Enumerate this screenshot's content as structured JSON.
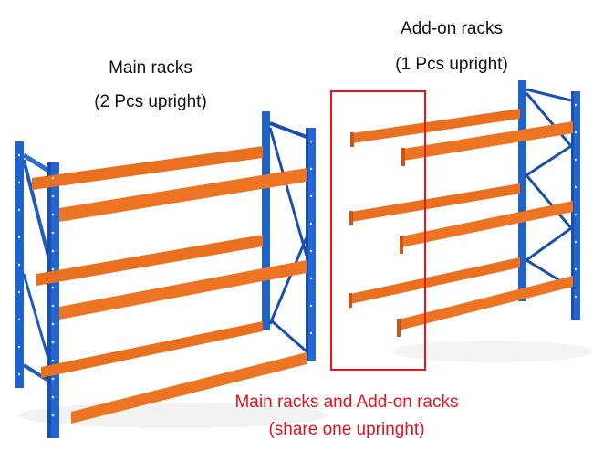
{
  "labels": {
    "main_title": "Main racks",
    "main_sub": "(2 Pcs upright)",
    "addon_title": "Add-on racks",
    "addon_sub": "(1 Pcs upright)",
    "caption_line1": "Main racks and Add-on racks",
    "caption_line2": "(share one upringht)"
  },
  "colors": {
    "upright_blue": "#1f62c9",
    "upright_dark": "#163f8f",
    "beam_orange": "#e8701f",
    "beam_shade": "#c4581a",
    "highlight_red": "#e8141c",
    "caption_red": "#e0141e",
    "text_black": "#111111"
  },
  "main_rack": {
    "upright_count": 2,
    "beam_levels": 3
  },
  "addon_rack": {
    "upright_count": 1,
    "beam_levels": 3
  }
}
